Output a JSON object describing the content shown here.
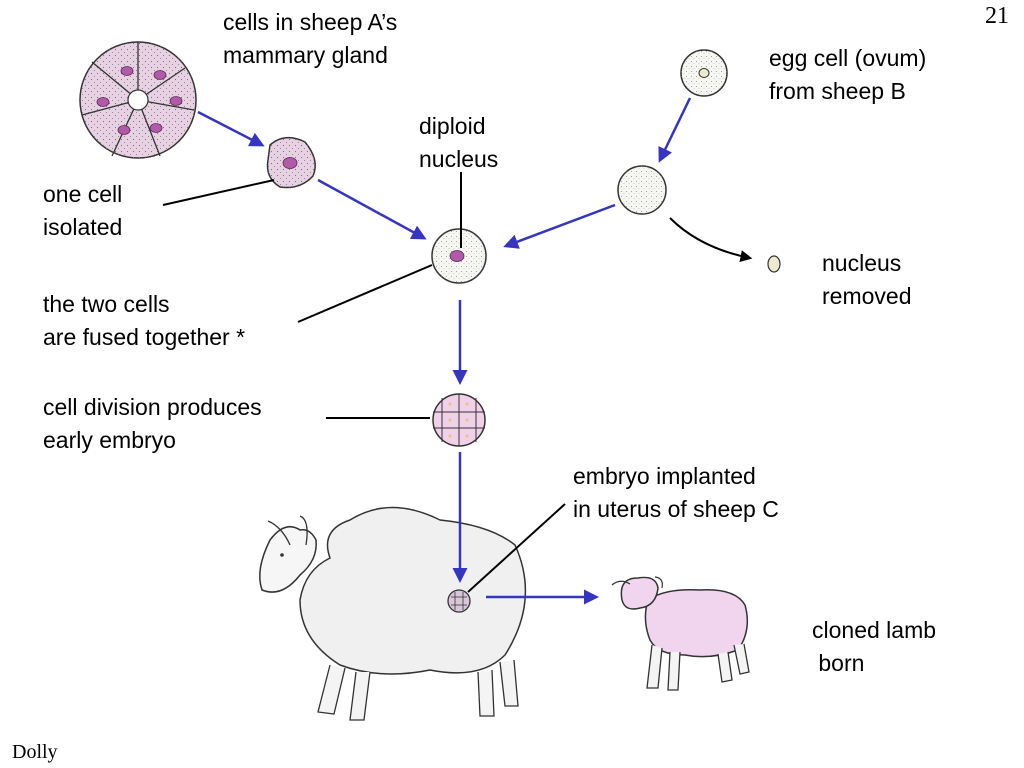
{
  "slide_number": "21",
  "footer_label": "Dolly",
  "labels": {
    "mammary": "cells in sheep A’s\nmammary gland",
    "egg": "egg cell (ovum)\nfrom sheep B",
    "diploid": "diploid\nnucleus",
    "isolated": "one cell\nisolated",
    "removed": "nucleus\nremoved",
    "fused": "the two cells\nare fused together *",
    "division": "cell division produces\nearly embryo",
    "implanted": "embryo implanted\nin uterus of sheep C",
    "lamb": "cloned lamb\n born"
  },
  "colors": {
    "arrow": "#3535c0",
    "cell_fill": "#e6d2e2",
    "nucleus": "#b05aa8",
    "lamb_fill": "#f1d4ee",
    "sheep_fill": "#f0f0f0"
  }
}
